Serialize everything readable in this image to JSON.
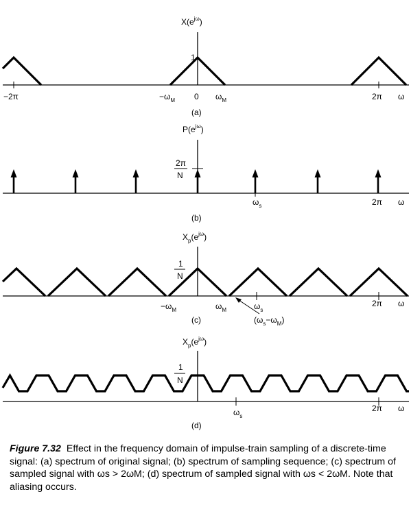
{
  "panels": {
    "a": {
      "id": "(a)",
      "title": "X(e",
      "title_sup": "jω",
      "title_close": ")",
      "peak_label": "1",
      "x_labels": {
        "neg_two_pi": "−2π",
        "neg_omega": "−ω",
        "omega_sub": "M",
        "zero": "0",
        "pos_omega": "ω",
        "two_pi": "2π",
        "omega_end": "ω"
      }
    },
    "b": {
      "id": "(b)",
      "title": "P(e",
      "title_sup": "jω",
      "title_close": ")",
      "amp_num": "2π",
      "amp_den": "N",
      "x_labels": {
        "omega_s": "ω",
        "s_sub": "s",
        "two_pi": "2π",
        "omega_end": "ω"
      }
    },
    "c": {
      "id": "(c)",
      "title": "X",
      "title_sub": "p",
      "title_mid": "(e",
      "title_sup": "jω",
      "title_close": ")",
      "amp_num": "1",
      "amp_den": "N",
      "x_labels": {
        "neg_omega": "−ω",
        "m_sub": "M",
        "pos_omega": "ω",
        "omega_s": "ω",
        "s_sub": "s",
        "two_pi": "2π",
        "omega_end": "ω"
      },
      "annotation": {
        "open": "(ω",
        "s_sub": "s",
        "minus": "−ω",
        "m_sub": "M",
        "close": ")"
      }
    },
    "d": {
      "id": "(d)",
      "title": "X",
      "title_sub": "p",
      "title_mid": "(e",
      "title_sup": "jω",
      "title_close": ")",
      "amp_num": "1",
      "amp_den": "N",
      "x_labels": {
        "omega_s": "ω",
        "s_sub": "s",
        "two_pi": "2π",
        "omega_end": "ω"
      }
    }
  },
  "caption": {
    "fig_title": "Figure 7.32",
    "text": "Effect in the frequency domain of impulse-train sampling of a discrete-time signal: (a) spectrum of original signal; (b) spectrum of sampling sequence; (c) spectrum of sampled signal with ωs > 2ωM; (d) spectrum of sampled signal with ωs < 2ωM. Note that aliasing occurs."
  }
}
